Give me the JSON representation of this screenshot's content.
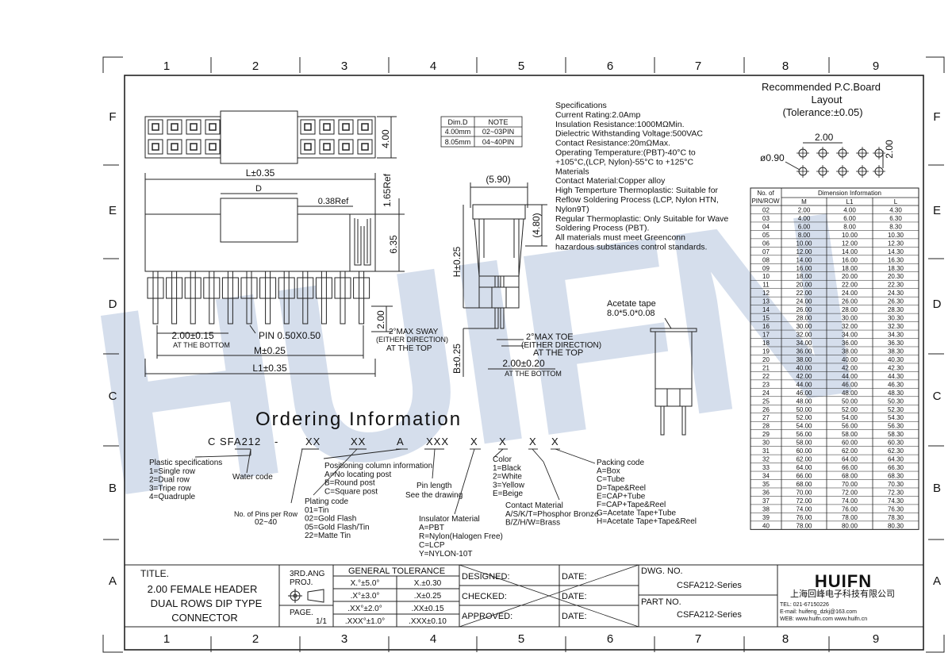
{
  "grid": {
    "columns": [
      "1",
      "2",
      "3",
      "4",
      "5",
      "6",
      "7",
      "8",
      "9"
    ],
    "rows": [
      "F",
      "E",
      "D",
      "C",
      "B",
      "A"
    ]
  },
  "watermark": {
    "text": "HUIFN"
  },
  "dim_table": {
    "headers": [
      "Dim.D",
      "NOTE"
    ],
    "rows": [
      [
        "4.00mm",
        "02~03PIN"
      ],
      [
        "8.05mm",
        "04~40PIN"
      ]
    ]
  },
  "specifications": [
    "Specifications",
    "Current Rating:2.0Amp",
    "Insulation Resistance:1000MΩMin.",
    "Dielectric Withstanding Voltage:500VAC",
    "Contact Resistance:20mΩMax.",
    "Operating Temperature:(PBT)-40°C to",
    "+105°C,(LCP, Nylon)-55°C to +125°C",
    "Materials",
    "Contact Material:Copper alloy",
    "High Temperture Thermoplastic: Suitable for",
    "Reflow Soldering Process (LCP, Nylon HTN,",
    "Nylon9T)",
    "Regular Thermoplastic: Only Suitable for Wave",
    "Soldering Process (PBT).",
    "All materials must meet Greenconn",
    "hazardous substances control standards."
  ],
  "pcb": {
    "title_lines": [
      "Recommended P.C.Board",
      "Layout",
      "(Tolerance:±0.05)"
    ],
    "pitch_x": "2.00",
    "pitch_y": "2.00",
    "hole": "ø0.90"
  },
  "front_view": {
    "top_height": "4.00",
    "L": "L±0.35",
    "D": "D",
    "ref_038": "0.38Ref",
    "ref_165": "1.65Ref",
    "h_635": "6.35",
    "pitch": "2.00±0.15",
    "pitch_note": "AT THE BOTTOM",
    "pin": "PIN 0.50X0.50",
    "M": "M±0.25",
    "L1": "L1±0.35",
    "sway_val": "2.00",
    "sway": [
      "2°MAX SWAY",
      "(EITHER DIRECTION)",
      "AT THE TOP"
    ]
  },
  "side_view": {
    "w": "(5.90)",
    "h480": "(4.80)",
    "H": "H±0.25",
    "B": "B±0.25",
    "toe": [
      "2°MAX TOE",
      "(EITHER DIRECTION)",
      "AT THE TOP"
    ],
    "pitch": "2.00±0.20",
    "pitch_note": "AT THE BOTTOM"
  },
  "acetate": {
    "label": "Acetate tape",
    "size": "8.0*5.0*0.08"
  },
  "dim_info": {
    "col1_header": [
      "No. of",
      "PIN/ROW"
    ],
    "group_header": "Dimension Information",
    "sub_headers": [
      "M",
      "L1",
      "L"
    ],
    "rows": [
      [
        "02",
        "2.00",
        "4.00",
        "4.30"
      ],
      [
        "03",
        "4.00",
        "6.00",
        "6.30"
      ],
      [
        "04",
        "6.00",
        "8.00",
        "8.30"
      ],
      [
        "05",
        "8.00",
        "10.00",
        "10.30"
      ],
      [
        "06",
        "10.00",
        "12.00",
        "12.30"
      ],
      [
        "07",
        "12.00",
        "14.00",
        "14.30"
      ],
      [
        "08",
        "14.00",
        "16.00",
        "16.30"
      ],
      [
        "09",
        "16.00",
        "18.00",
        "18.30"
      ],
      [
        "10",
        "18.00",
        "20.00",
        "20.30"
      ],
      [
        "11",
        "20.00",
        "22.00",
        "22.30"
      ],
      [
        "12",
        "22.00",
        "24.00",
        "24.30"
      ],
      [
        "13",
        "24.00",
        "26.00",
        "26.30"
      ],
      [
        "14",
        "26.00",
        "28.00",
        "28.30"
      ],
      [
        "15",
        "28.00",
        "30.00",
        "30.30"
      ],
      [
        "16",
        "30.00",
        "32.00",
        "32.30"
      ],
      [
        "17",
        "32.00",
        "34.00",
        "34.30"
      ],
      [
        "18",
        "34.00",
        "36.00",
        "36.30"
      ],
      [
        "19",
        "36.00",
        "38.00",
        "38.30"
      ],
      [
        "20",
        "38.00",
        "40.00",
        "40.30"
      ],
      [
        "21",
        "40.00",
        "42.00",
        "42.30"
      ],
      [
        "22",
        "42.00",
        "44.00",
        "44.30"
      ],
      [
        "23",
        "44.00",
        "46.00",
        "46.30"
      ],
      [
        "24",
        "46.00",
        "48.00",
        "48.30"
      ],
      [
        "25",
        "48.00",
        "50.00",
        "50.30"
      ],
      [
        "26",
        "50.00",
        "52.00",
        "52.30"
      ],
      [
        "27",
        "52.00",
        "54.00",
        "54.30"
      ],
      [
        "28",
        "54.00",
        "56.00",
        "56.30"
      ],
      [
        "29",
        "56.00",
        "58.00",
        "58.30"
      ],
      [
        "30",
        "58.00",
        "60.00",
        "60.30"
      ],
      [
        "31",
        "60.00",
        "62.00",
        "62.30"
      ],
      [
        "32",
        "62.00",
        "64.00",
        "64.30"
      ],
      [
        "33",
        "64.00",
        "66.00",
        "66.30"
      ],
      [
        "34",
        "66.00",
        "68.00",
        "68.30"
      ],
      [
        "35",
        "68.00",
        "70.00",
        "70.30"
      ],
      [
        "36",
        "70.00",
        "72.00",
        "72.30"
      ],
      [
        "37",
        "72.00",
        "74.00",
        "74.30"
      ],
      [
        "38",
        "74.00",
        "76.00",
        "76.30"
      ],
      [
        "39",
        "76.00",
        "78.00",
        "78.30"
      ],
      [
        "40",
        "78.00",
        "80.00",
        "80.30"
      ]
    ]
  },
  "ordering": {
    "title": "Ordering Information",
    "code": [
      "C SFA212",
      "-",
      "XX",
      "XX",
      "A",
      "XXX",
      "X",
      "X",
      "X",
      "X"
    ],
    "plastic_spec": [
      "Plastic specifications",
      "1=Single row",
      "2=Dual row",
      "3=Tripe row",
      "4=Quadruple"
    ],
    "water_code": "Water code",
    "pins_per_row": [
      "No. of Pins per Row",
      "02~40"
    ],
    "plating_code": [
      "Plating code",
      "01=Tin",
      "02=Gold Flash",
      "05=Gold Flash/Tin",
      "22=Matte Tin"
    ],
    "positioning": [
      "Positioning column information",
      "A=No locating post",
      "B=Round post",
      "C=Square post"
    ],
    "pin_length": [
      "Pin length",
      "See the drawing"
    ],
    "insulator": [
      "Insulator Material",
      "A=PBT",
      "R=Nylon(Halogen Free)",
      "C=LCP",
      "Y=NYLON-10T"
    ],
    "color": [
      "Color",
      "1=Black",
      "2=White",
      "3=Yellow",
      "E=Beige"
    ],
    "contact": [
      "Contact Material",
      "A/S/K/T=Phosphor Bronze",
      "B/Z/H/W=Brass"
    ],
    "packing": [
      "Packing code",
      "A=Box",
      "C=Tube",
      "D=Tape&Reel",
      "E=CAP+Tube",
      "F=CAP+Tape&Reel",
      "G=Acetate Tape+Tube",
      "H=Acetate Tape+Tape&Reel"
    ]
  },
  "title_block": {
    "title_label": "TITLE.",
    "title_lines": [
      "2.00 FEMALE HEADER",
      "DUAL ROWS DIP TYPE",
      "CONNECTOR"
    ],
    "proj": [
      "3RD.ANG",
      "PROJ."
    ],
    "page_label": "PAGE.",
    "page_value": "1/1",
    "tol_header": "GENERAL TOLERANCE",
    "tolerances": [
      [
        "X.°±5.0°",
        "X.±0.30"
      ],
      [
        ".X°±3.0°",
        ".X±0.25"
      ],
      [
        ".XX°±2.0°",
        ".XX±0.15"
      ],
      [
        ".XXX°±1.0°",
        ".XXX±0.10"
      ]
    ],
    "designed": "DESIGNED:",
    "checked": "CHECKED:",
    "approved": "APPROVED:",
    "date": "DATE:",
    "dwg_label": "DWG. NO.",
    "dwg_no": "CSFA212-Series",
    "part_label": "PART NO.",
    "part_no": "CSFA212-Series",
    "logo": "HUIFN",
    "company_cn": "上海回峰电子科技有限公司",
    "tel": "TEL: 021-67150226",
    "email": "E-mail: huifeng_dzkj@163.com",
    "web": "WEB: www.huifn.com  www.huifn.cn"
  }
}
